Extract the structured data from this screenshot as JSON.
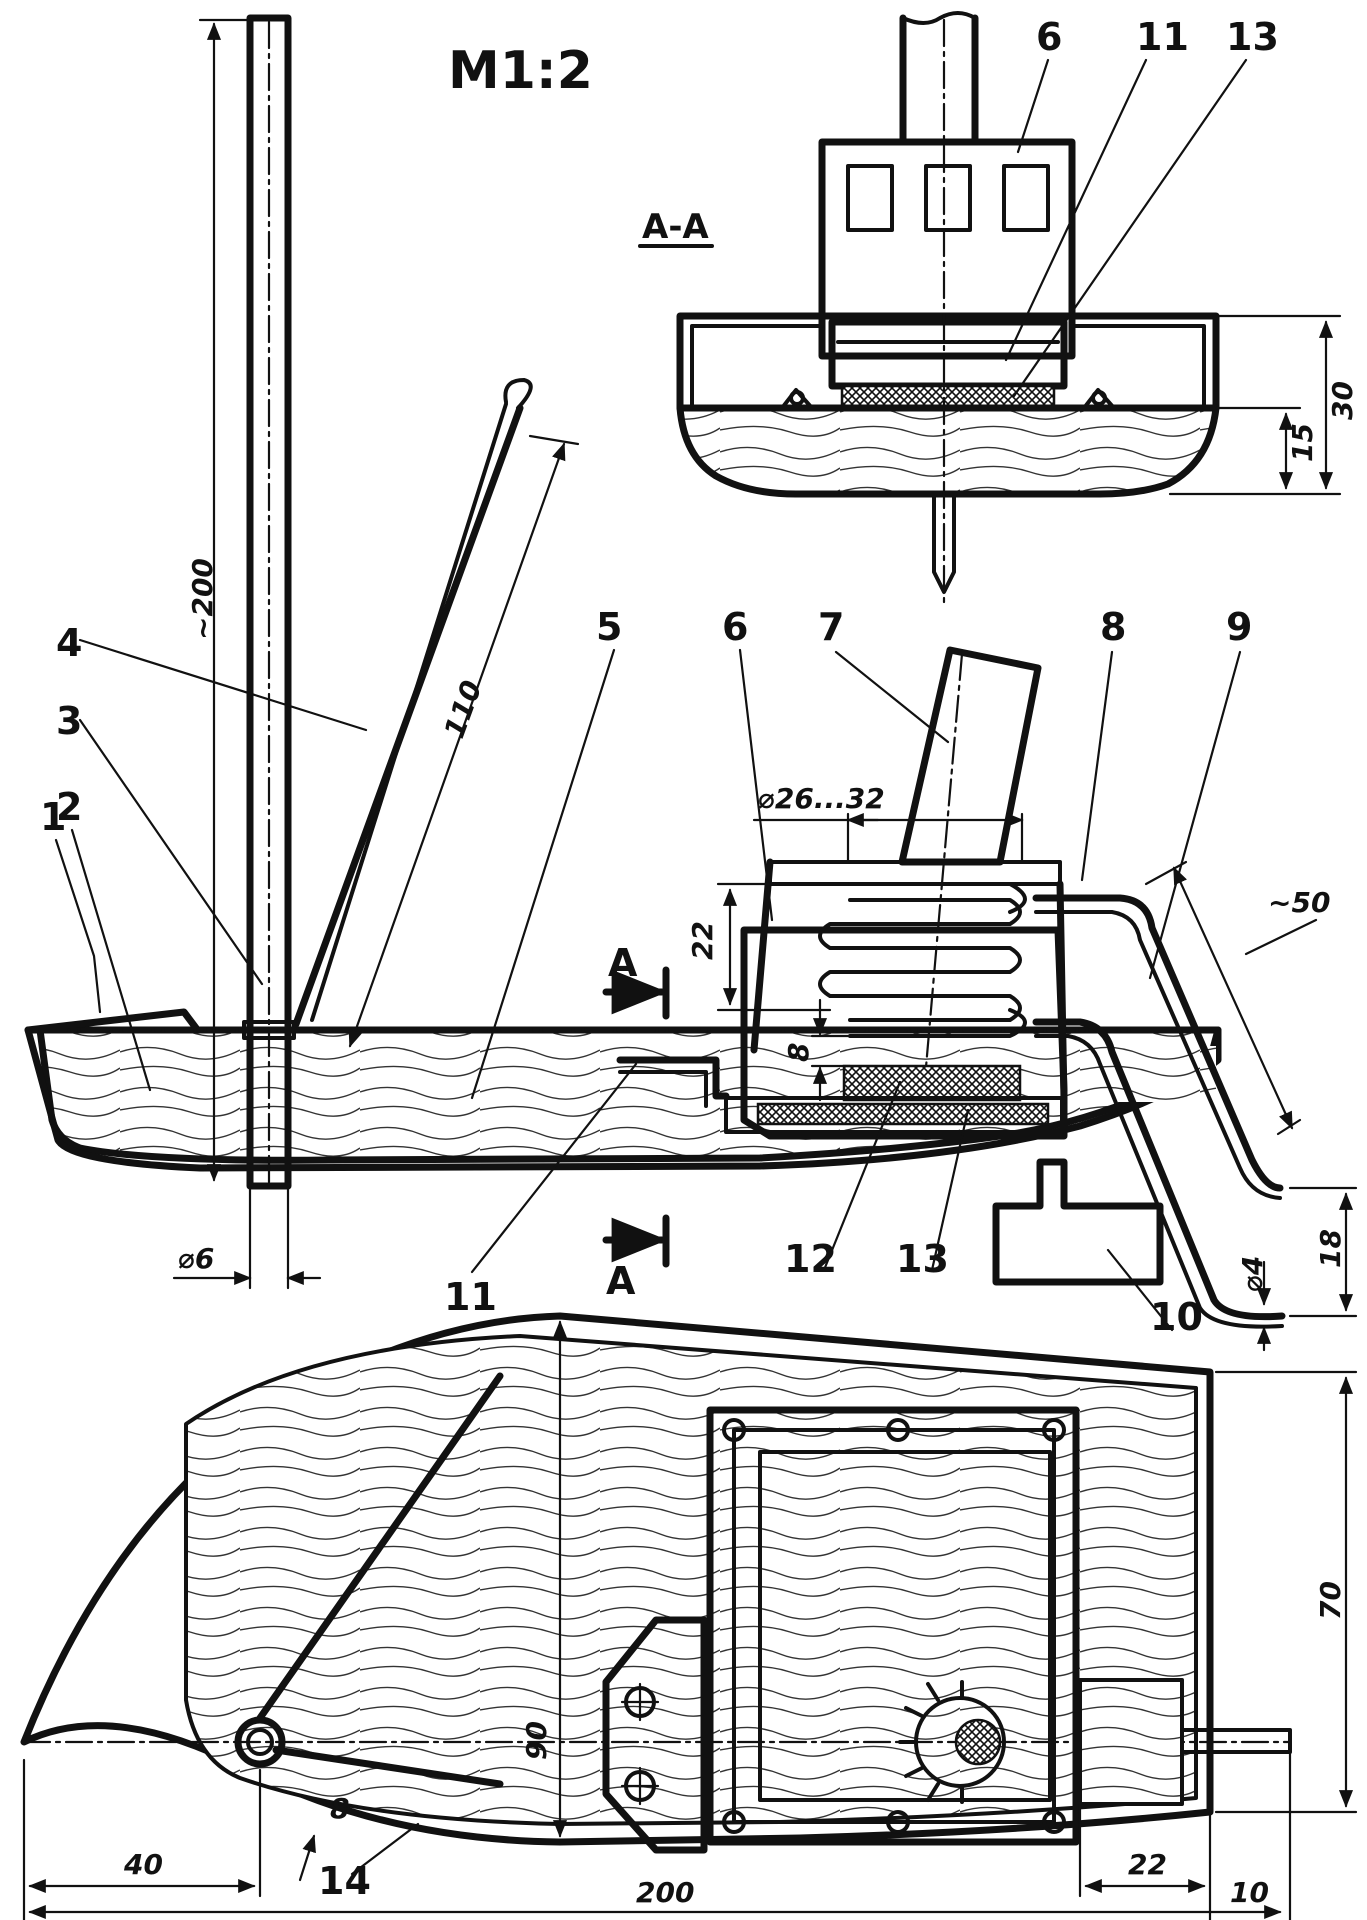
{
  "title": "M1:2",
  "section_label": "A-A",
  "section_markers": [
    "A",
    "A"
  ],
  "part_numbers": [
    "1",
    "2",
    "3",
    "4",
    "5",
    "6",
    "7",
    "8",
    "9",
    "10",
    "11",
    "12",
    "13",
    "14"
  ],
  "section_part_numbers": [
    "6",
    "11",
    "13"
  ],
  "dimensions": {
    "mast_height": "~200",
    "stay_length": "110",
    "mast_diameter": "⌀6",
    "boiler_diameter": "⌀26...32",
    "boiler_height": "22",
    "boiler_gap": "8",
    "pipe_length": "~50",
    "pipe_drop": "18",
    "pipe_diameter": "⌀4",
    "section_total": "30",
    "section_hull": "15",
    "hull_width": "90",
    "stern_width": "70",
    "bow_to_mast": "40",
    "hull_length": "200",
    "stern_block": "22",
    "pipe_overhang": "10",
    "rib_offset": "8"
  }
}
